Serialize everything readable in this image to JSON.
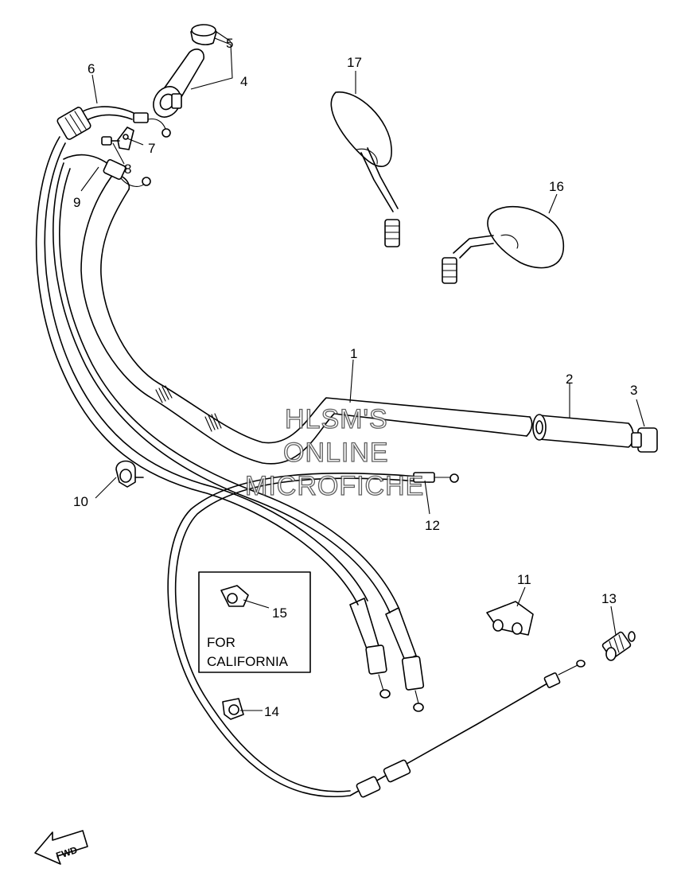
{
  "watermark": {
    "line1": "HLSM'S",
    "line2": "ONLINE",
    "line3": "MICROFICHE"
  },
  "callouts": {
    "c1": "1",
    "c2": "2",
    "c3": "3",
    "c4": "4",
    "c5": "5",
    "c6": "6",
    "c7": "7",
    "c8": "8",
    "c9": "9",
    "c10": "10",
    "c11": "11",
    "c12": "12",
    "c13": "13",
    "c14": "14",
    "c15": "15",
    "c16": "16",
    "c17": "17"
  },
  "california_box": {
    "line1": "FOR",
    "line2": "CALIFORNIA"
  },
  "direction_arrow": {
    "label": "FWD"
  }
}
